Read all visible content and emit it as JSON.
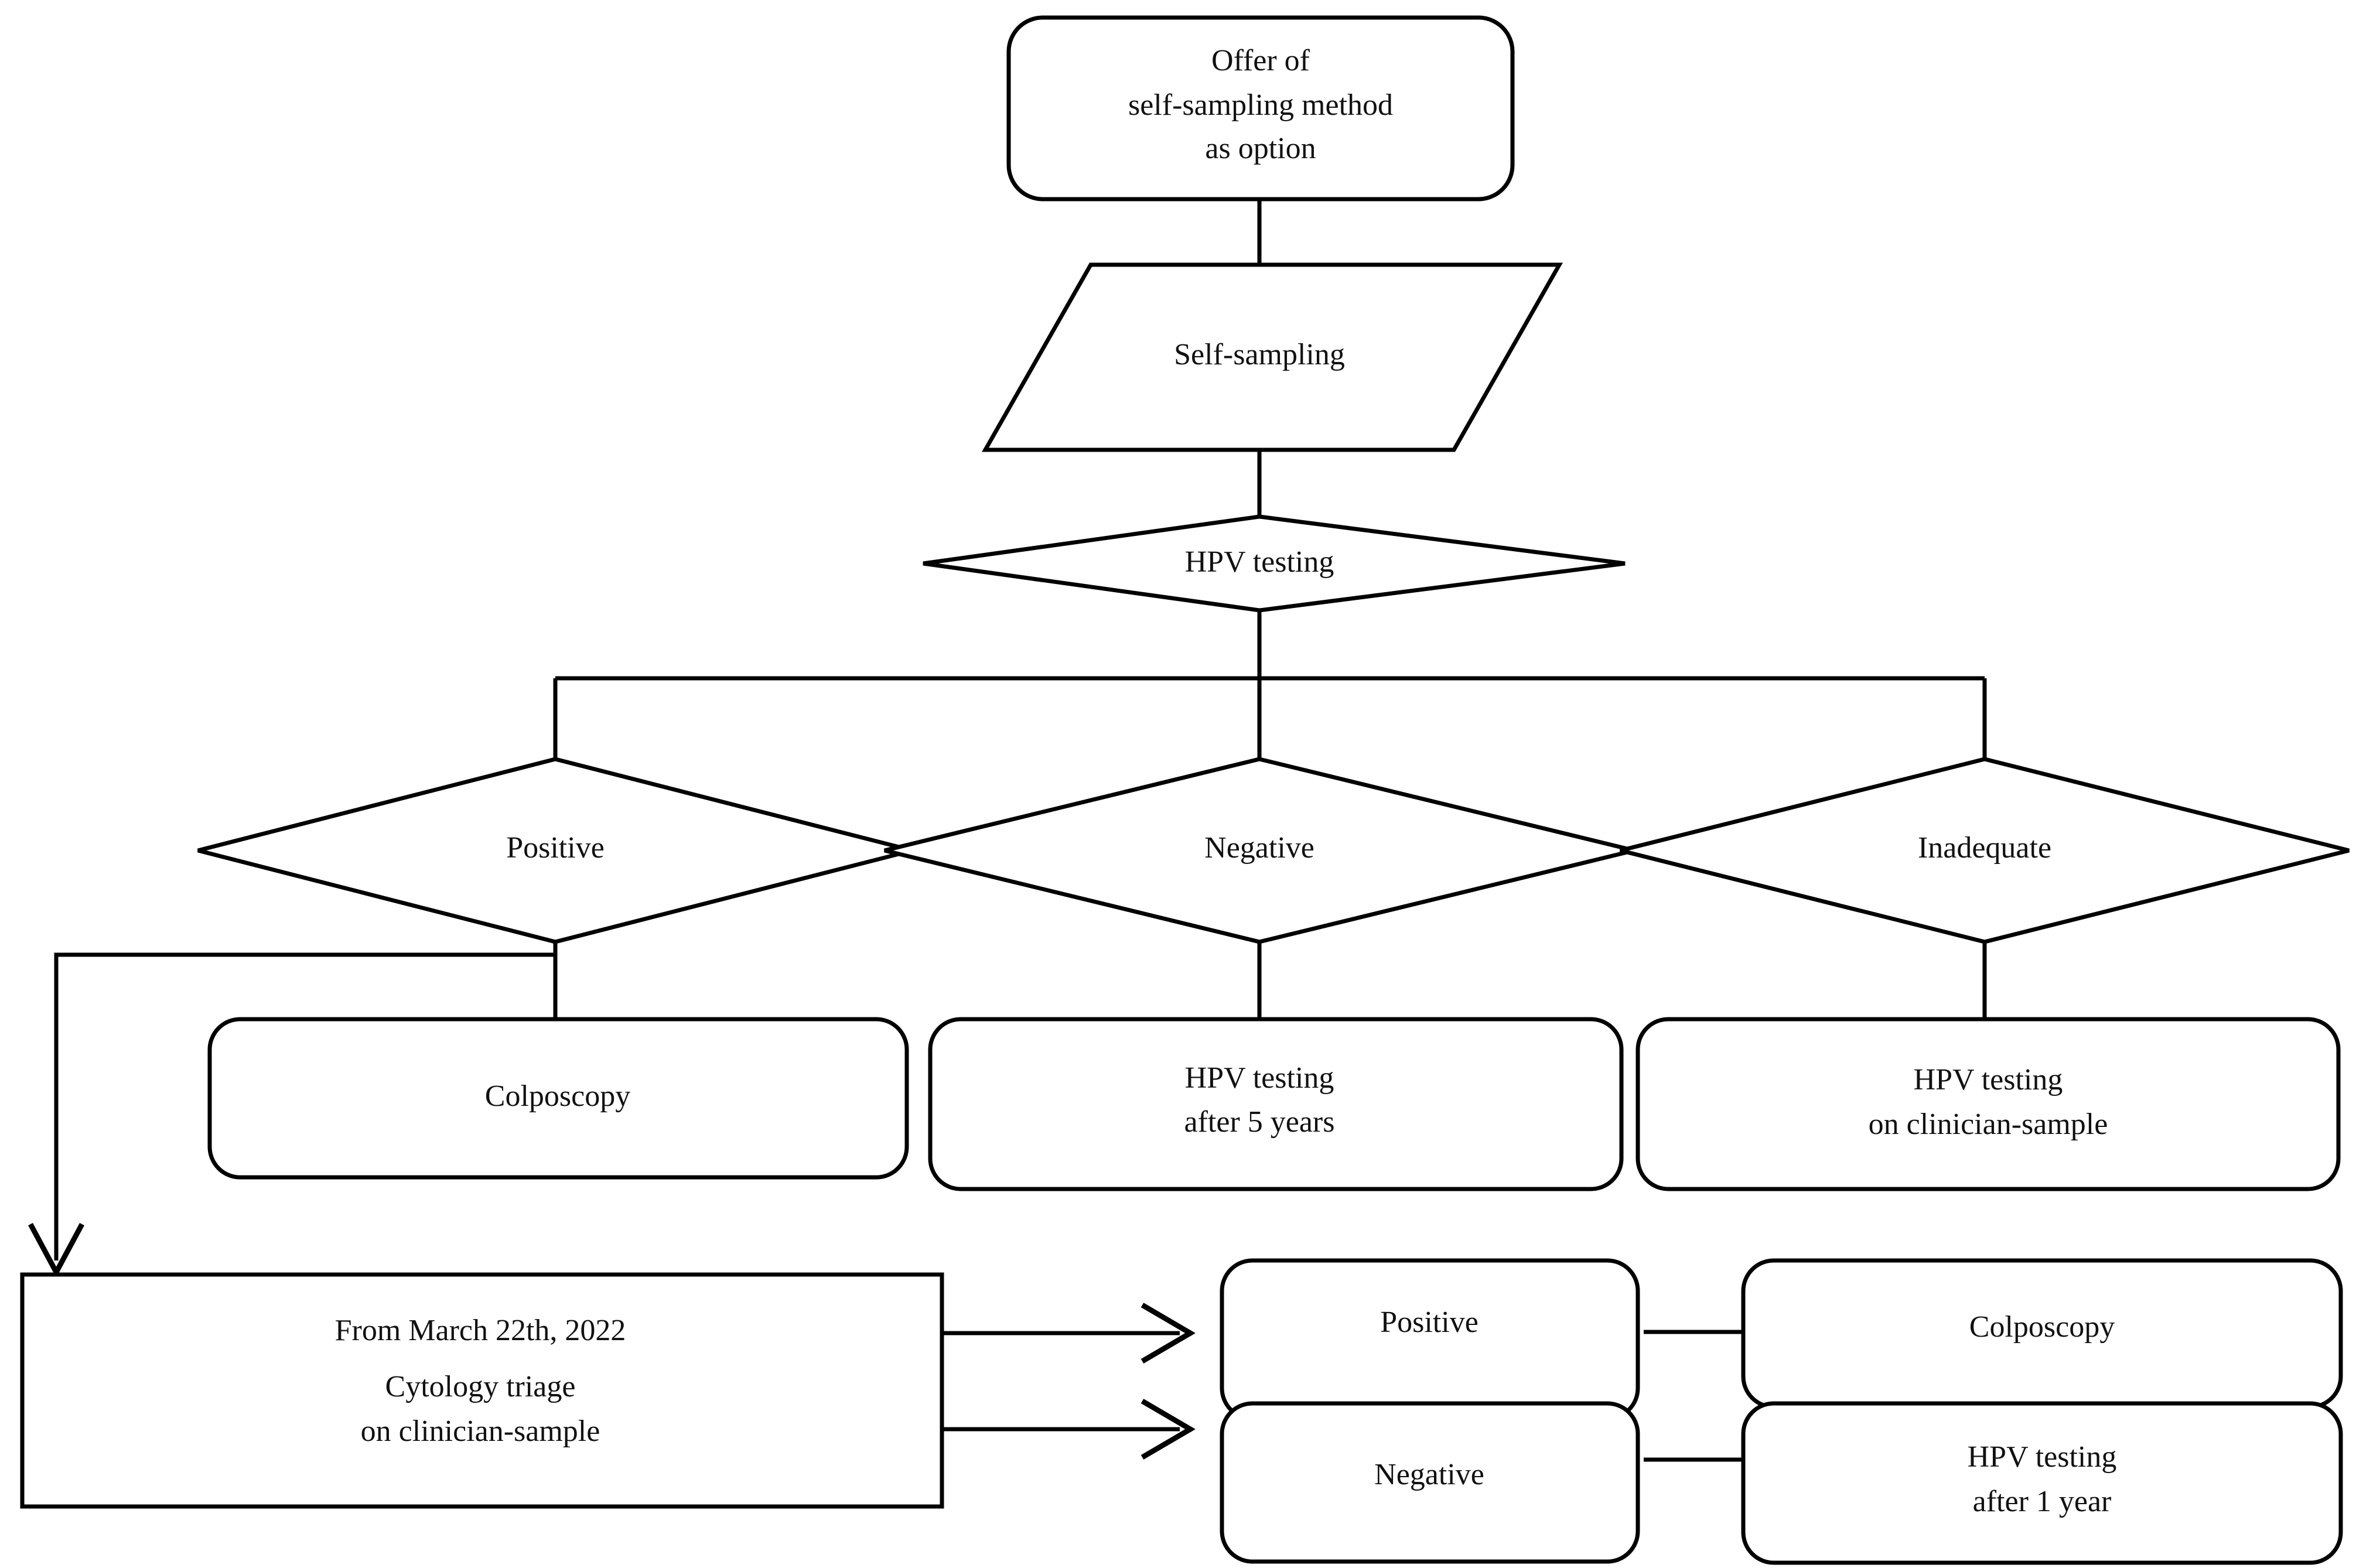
{
  "diagram": {
    "type": "flowchart",
    "title": "Cervical screening pathway with self-sampling option",
    "colors": {
      "background": "#ffffff",
      "stroke": "#000000",
      "text": "#111111"
    },
    "nodes": {
      "offer": {
        "shape": "rounded-rectangle",
        "lines": [
          "Offer of",
          "self-sampling method",
          "as option"
        ]
      },
      "self_sampling": {
        "shape": "parallelogram",
        "lines": [
          "Self-sampling"
        ]
      },
      "hpv_testing": {
        "shape": "diamond",
        "lines": [
          "HPV testing"
        ]
      },
      "result_positive": {
        "shape": "diamond",
        "lines": [
          "Positive"
        ]
      },
      "result_negative": {
        "shape": "diamond",
        "lines": [
          "Negative"
        ]
      },
      "result_inadequate": {
        "shape": "diamond",
        "lines": [
          "Inadequate"
        ]
      },
      "colposcopy": {
        "shape": "rounded-rectangle",
        "lines": [
          "Colposcopy"
        ]
      },
      "hpv_after_5_years": {
        "shape": "rounded-rectangle",
        "lines": [
          "HPV testing",
          "after 5 years"
        ]
      },
      "hpv_on_clinician_sample": {
        "shape": "rounded-rectangle",
        "lines": [
          "HPV testing",
          "on clinician-sample"
        ]
      },
      "cytology_triage": {
        "shape": "rectangle",
        "lines": [
          "From March 22th, 2022",
          "Cytology triage",
          "on clinician-sample"
        ]
      },
      "cyto_positive": {
        "shape": "rounded-rectangle",
        "lines": [
          "Positive"
        ]
      },
      "cyto_negative": {
        "shape": "rounded-rectangle",
        "lines": [
          "Negative"
        ]
      },
      "cyto_colposcopy": {
        "shape": "rounded-rectangle",
        "lines": [
          "Colposcopy"
        ]
      },
      "hpv_after_1_year": {
        "shape": "rounded-rectangle",
        "lines": [
          "HPV testing",
          "after 1 year"
        ]
      }
    },
    "edges": [
      {
        "from": "offer",
        "to": "self_sampling",
        "style": "line"
      },
      {
        "from": "self_sampling",
        "to": "hpv_testing",
        "style": "line"
      },
      {
        "from": "hpv_testing",
        "to": "result_positive",
        "style": "line"
      },
      {
        "from": "hpv_testing",
        "to": "result_negative",
        "style": "line"
      },
      {
        "from": "hpv_testing",
        "to": "result_inadequate",
        "style": "line"
      },
      {
        "from": "result_positive",
        "to": "colposcopy",
        "style": "line"
      },
      {
        "from": "result_negative",
        "to": "hpv_after_5_years",
        "style": "line"
      },
      {
        "from": "result_inadequate",
        "to": "hpv_on_clinician_sample",
        "style": "line"
      },
      {
        "from": "result_positive",
        "to": "cytology_triage",
        "style": "arrow"
      },
      {
        "from": "cytology_triage",
        "to": "cyto_positive",
        "style": "arrow"
      },
      {
        "from": "cytology_triage",
        "to": "cyto_negative",
        "style": "arrow"
      },
      {
        "from": "cyto_positive",
        "to": "cyto_colposcopy",
        "style": "line"
      },
      {
        "from": "cyto_negative",
        "to": "hpv_after_1_year",
        "style": "line"
      }
    ]
  }
}
